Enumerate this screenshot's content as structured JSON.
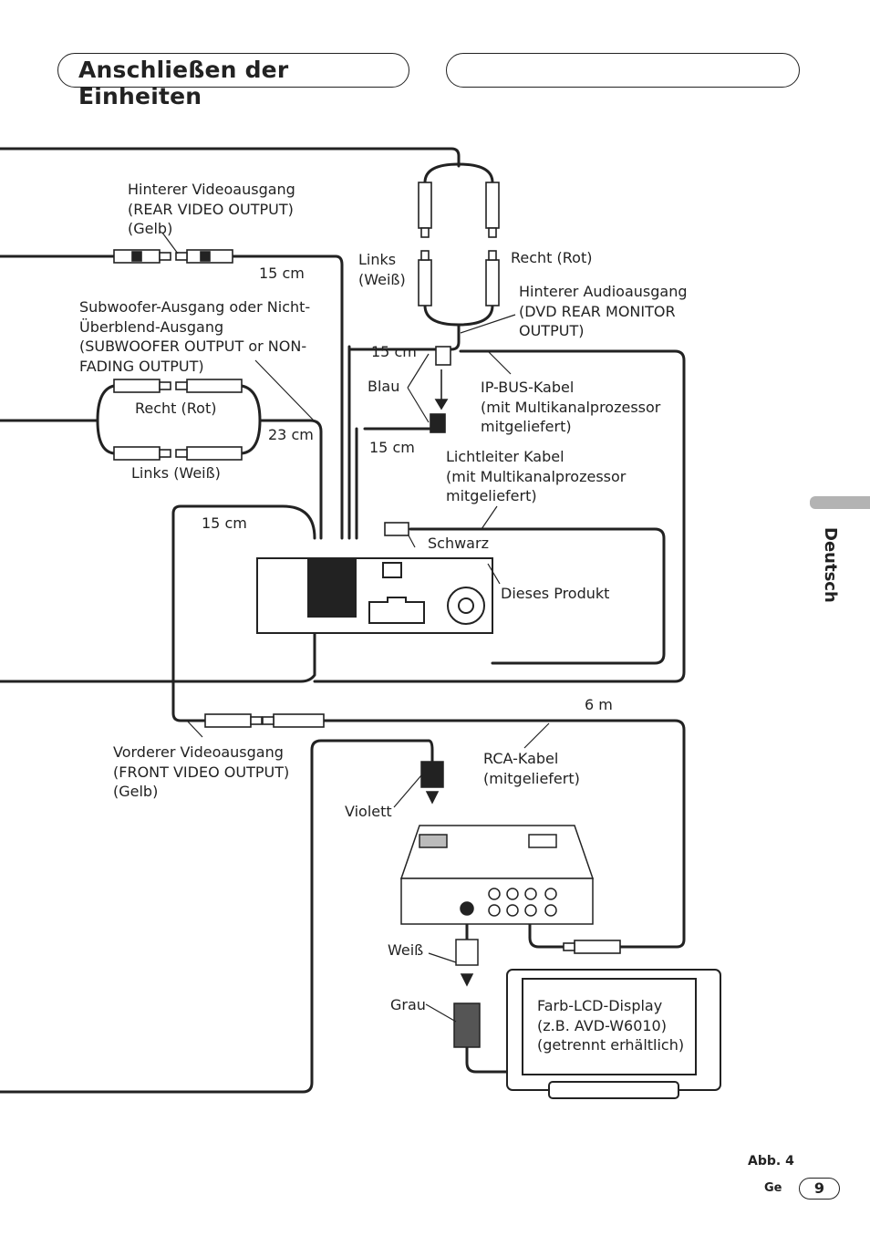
{
  "header": {
    "title": "Anschließen der Einheiten"
  },
  "sidebar": {
    "language_label": "Deutsch"
  },
  "labels": {
    "rear_video_output": "Hinterer Videoausgang\n(REAR VIDEO OUTPUT)\n(Gelb)",
    "len_15cm_top": "15 cm",
    "subwoofer_output": "Subwoofer-Ausgang oder Nicht-\nÜberblend-Ausgang\n(SUBWOOFER OUTPUT or NON-\nFADING OUTPUT)",
    "recht_rot_left": "Recht (Rot)",
    "len_23cm": "23 cm",
    "links_weiss_left": "Links (Weiß)",
    "len_15cm_left": "15 cm",
    "links_weiss_top": "Links\n(Weiß)",
    "recht_rot_top": "Recht (Rot)",
    "rear_audio_output": "Hinterer Audioausgang\n(DVD REAR MONITOR\nOUTPUT)",
    "len_15cm_ipbus": "15 cm",
    "blau": "Blau",
    "ip_bus_cable": "IP-BUS-Kabel\n(mit Multikanalprozessor\nmitgeliefert)",
    "len_15cm_fiber": "15 cm",
    "fiber_cable": "Lichtleiter Kabel\n(mit Multikanalprozessor\nmitgeliefert)",
    "schwarz": "Schwarz",
    "this_product": "Dieses Produkt",
    "len_6m": "6 m",
    "front_video_output": "Vorderer Videoausgang\n(FRONT VIDEO OUTPUT)\n(Gelb)",
    "rca_cable": "RCA-Kabel\n(mitgeliefert)",
    "violett": "Violett",
    "weiss": "Weiß",
    "grau": "Grau",
    "lcd_display": "Farb-LCD-Display\n(z.B. AVD-W6010)\n(getrennt erhältlich)"
  },
  "footer": {
    "figure_label": "Abb. 4",
    "lang_code": "Ge",
    "page_number": "9"
  }
}
